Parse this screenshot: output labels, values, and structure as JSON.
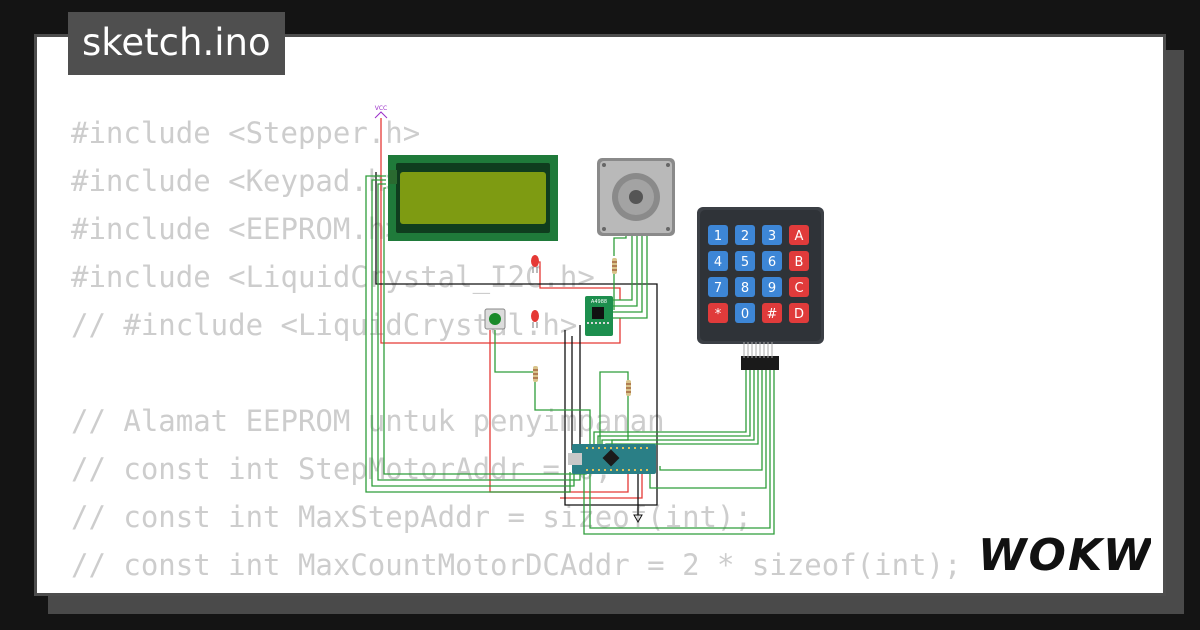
{
  "title": "sketch.ino",
  "code_lines": [
    "#include <Stepper.h>",
    "#include <Keypad.h>",
    "#include <EEPROM.h>",
    "#include <LiquidCrystal_I2C.h>",
    "// #include <LiquidCrystal.h>",
    "",
    "// Alamat EEPROM untuk penyimpanan",
    "// const int StepMotorAddr = 0;",
    "// const int MaxStepAddr = sizeof(int);",
    "// const int MaxCountMotorDCAddr = 2 * sizeof(int);"
  ],
  "circuit": {
    "vcc_label": "VCC",
    "driver_label": "A4988",
    "keypad_keys": [
      [
        "1",
        "2",
        "3",
        "A"
      ],
      [
        "4",
        "5",
        "6",
        "B"
      ],
      [
        "7",
        "8",
        "9",
        "C"
      ],
      [
        "*",
        "0",
        "#",
        "D"
      ]
    ],
    "colors": {
      "wire_green": "#2e9d3a",
      "wire_red": "#e53935",
      "wire_black": "#111111",
      "lcd_pcb": "#1f7a3a",
      "lcd_screen": "#7e9b12",
      "key_number": "#3d86d6",
      "key_letter": "#e03b3b",
      "arduino": "#2a7f86"
    }
  },
  "logo": "WOKWi"
}
